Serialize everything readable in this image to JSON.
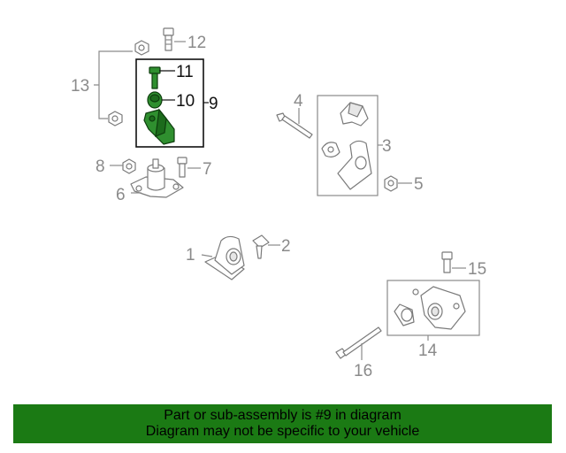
{
  "diagram": {
    "highlighted_part": "9",
    "callouts": {
      "c1": "1",
      "c2": "2",
      "c3": "3",
      "c4": "4",
      "c5": "5",
      "c6": "6",
      "c7": "7",
      "c8": "8",
      "c9": "9",
      "c10": "10",
      "c11": "11",
      "c12": "12",
      "c13": "13",
      "c14": "14",
      "c15": "15",
      "c16": "16"
    },
    "colors": {
      "highlight": "#2f8f2f",
      "banner": "#1b7a14",
      "line": "#8a8a8a"
    }
  },
  "banner": {
    "line1": "Part or sub-assembly is #9 in diagram",
    "line2": "Diagram may not be specific to your vehicle"
  }
}
